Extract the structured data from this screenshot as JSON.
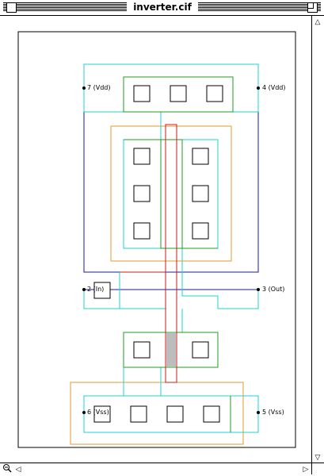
{
  "window": {
    "title": "inverter.cif"
  },
  "labels": {
    "node7": "7 (Vdd)",
    "node4": "4 (Vdd)",
    "node2": "2 (In)",
    "node3": "3 (Out)",
    "node6": "6 (Vss)",
    "node5": "5 (Vss)"
  },
  "colors": {
    "active": "#1fd3d3",
    "diffusion": "#1f9e1f",
    "poly": "#cc1a1a",
    "metal": "#1a1aa6",
    "well": "#e39b2b",
    "gate": "#bdbdbd",
    "frame": "#000000"
  },
  "icons": {
    "zoom": "zoom-out-icon",
    "scroll_left": "arrow-left-icon",
    "scroll_right": "arrow-right-icon",
    "scroll_up": "arrow-up-icon",
    "scroll_down": "arrow-down-icon"
  }
}
